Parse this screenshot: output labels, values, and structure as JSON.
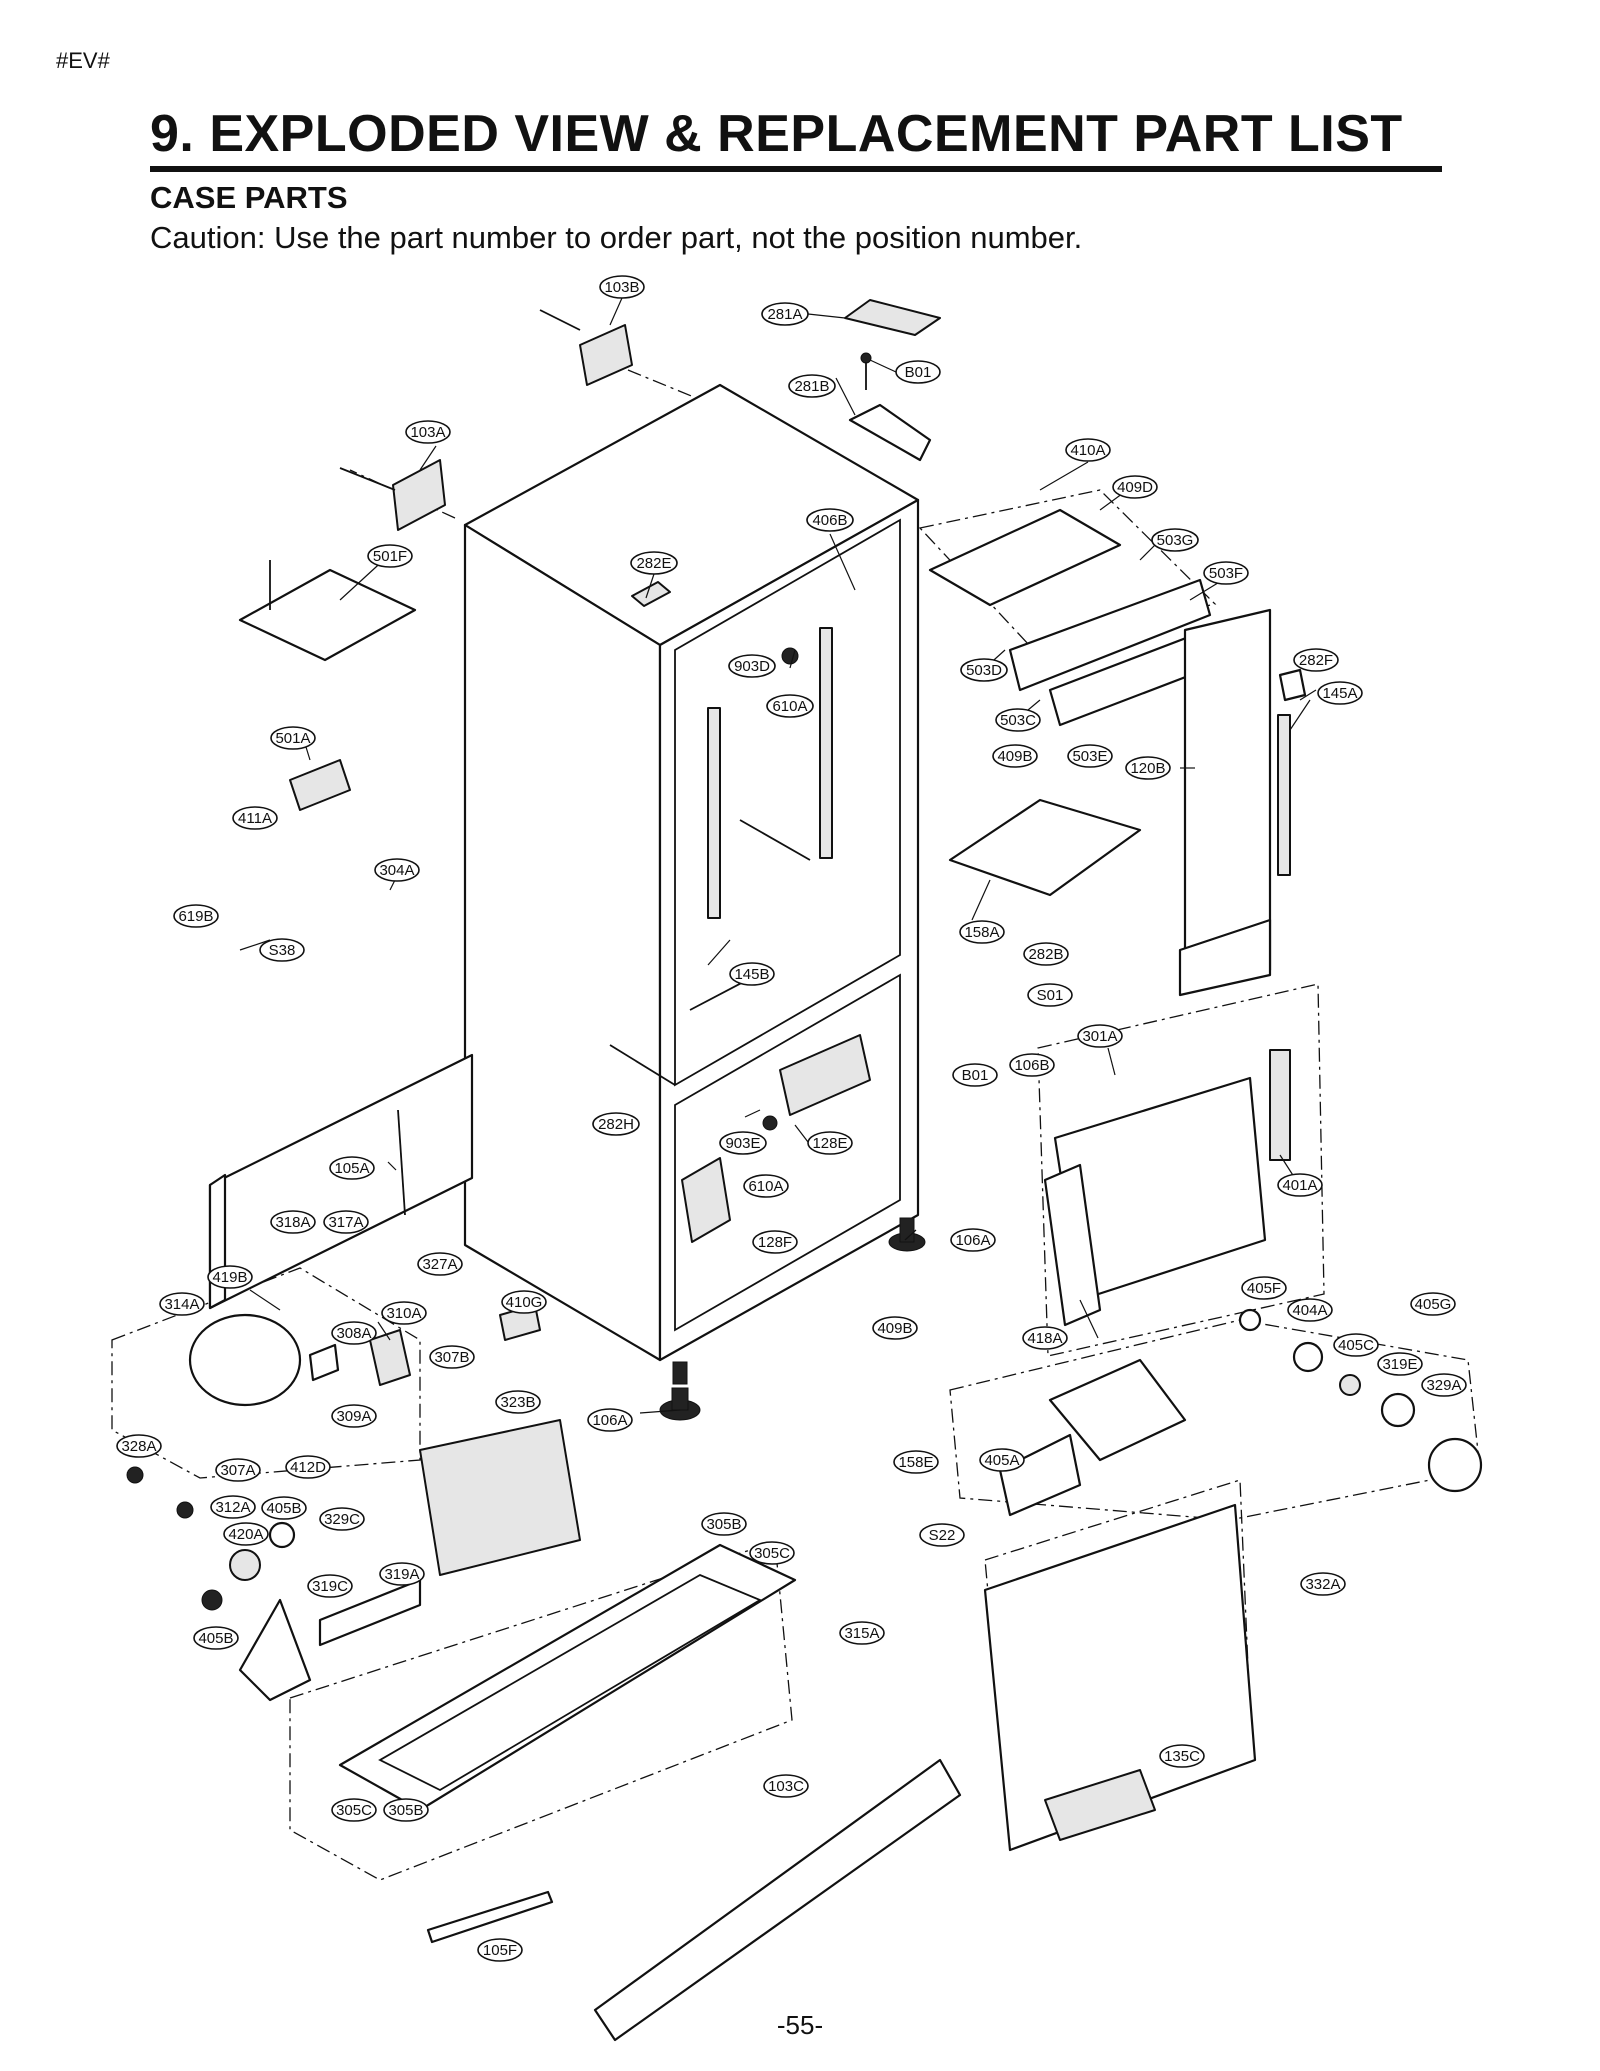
{
  "page": {
    "tag": "#EV#",
    "title": "9. EXPLODED VIEW & REPLACEMENT PART LIST",
    "subtitle": "CASE PARTS",
    "caution": "Caution: Use the part number to order part, not the position number.",
    "page_number": "-55-"
  },
  "labels": {
    "l103B": "103B",
    "l281A": "281A",
    "lB01a": "B01",
    "l281B": "281B",
    "l103A": "103A",
    "l410A": "410A",
    "l409D": "409D",
    "l406B": "406B",
    "l503G": "503G",
    "l501F": "501F",
    "l282E": "282E",
    "l503F": "503F",
    "l903D": "903D",
    "l503D": "503D",
    "l282F": "282F",
    "l610A": "610A",
    "l145A": "145A",
    "l503C": "503C",
    "l501A": "501A",
    "l409B": "409B",
    "l503E": "503E",
    "l120B": "120B",
    "l411A": "411A",
    "l304A": "304A",
    "l619B": "619B",
    "l158A": "158A",
    "lS38": "S38",
    "l282B": "282B",
    "l145B": "145B",
    "lS01": "S01",
    "l301A": "301A",
    "lB01b": "B01",
    "l106B": "106B",
    "l282H": "282H",
    "l903E": "903E",
    "l128E": "128E",
    "l105A": "105A",
    "l610B": "610A",
    "l401A": "401A",
    "l318A": "318A",
    "l317A": "317A",
    "l128F": "128F",
    "l106A": "106A",
    "l327A": "327A",
    "l419B": "419B",
    "l405F": "405F",
    "l314A": "314A",
    "l410G": "410G",
    "l310A": "310A",
    "l404A": "404A",
    "l405G": "405G",
    "l409Bb": "409B",
    "l418A": "418A",
    "l308A": "308A",
    "l307B": "307B",
    "l405C": "405C",
    "l319E": "319E",
    "l323B": "323B",
    "l329A": "329A",
    "l106Ab": "106A",
    "l309A": "309A",
    "l328A": "328A",
    "l307A": "307A",
    "l412D": "412D",
    "l405A": "405A",
    "l158E": "158E",
    "l312A": "312A",
    "l405B": "405B",
    "l329C": "329C",
    "l305B": "305B",
    "l420A": "420A",
    "lS22": "S22",
    "l305C": "305C",
    "l319C": "319C",
    "l319A": "319A",
    "l332A": "332A",
    "l405Bb": "405B",
    "l315A": "315A",
    "l135C": "135C",
    "l103C": "103C",
    "l305Cb": "305C",
    "l305Bb": "305B",
    "l105F": "105F"
  }
}
